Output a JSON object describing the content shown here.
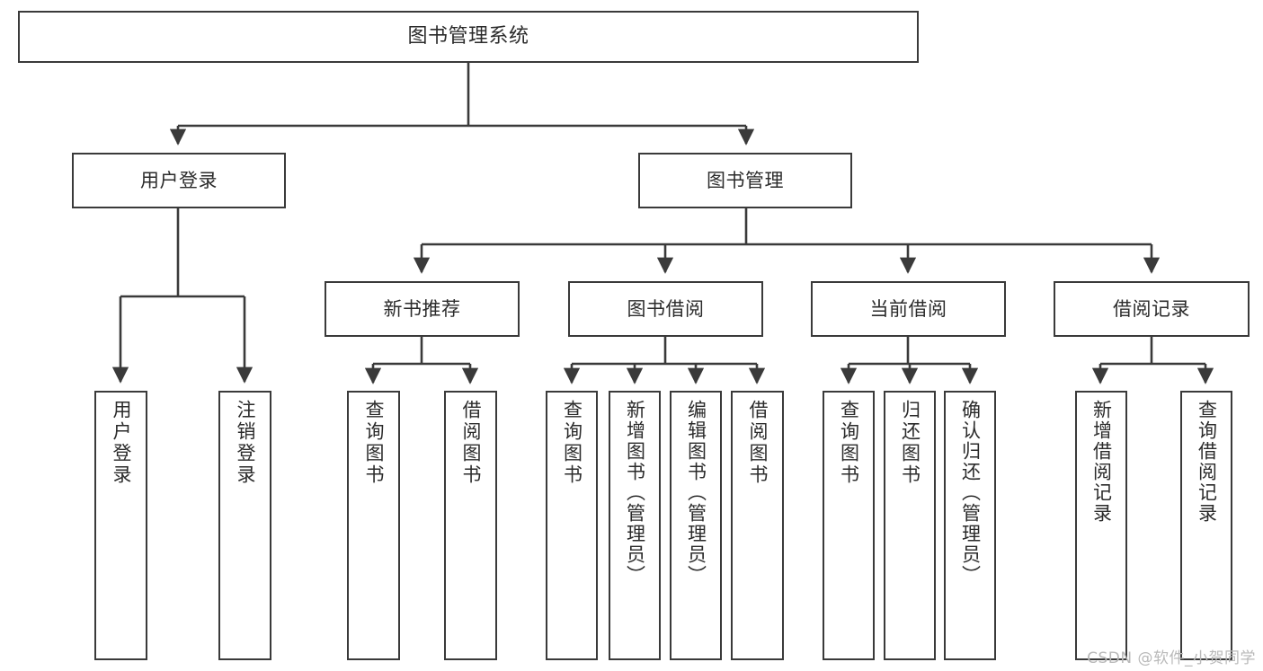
{
  "diagram": {
    "title": "图书管理系统",
    "type": "functional-structure-tree",
    "root": {
      "label": "图书管理系统"
    },
    "level2": [
      {
        "id": "user-login",
        "label": "用户登录"
      },
      {
        "id": "book-manage",
        "label": "图书管理"
      }
    ],
    "level3": [
      {
        "id": "new-book-rec",
        "label": "新书推荐",
        "parent": "book-manage"
      },
      {
        "id": "book-borrow",
        "label": "图书借阅",
        "parent": "book-manage"
      },
      {
        "id": "current-borrow",
        "label": "当前借阅",
        "parent": "book-manage"
      },
      {
        "id": "borrow-record",
        "label": "借阅记录",
        "parent": "book-manage"
      }
    ],
    "leaves": {
      "user-login": [
        {
          "id": "leaf-user-login",
          "label": "用户登录"
        },
        {
          "id": "leaf-user-logout",
          "label": "注销登录"
        }
      ],
      "new-book-rec": [
        {
          "id": "leaf-query-book-1",
          "label": "查询图书"
        },
        {
          "id": "leaf-borrow-book-1",
          "label": "借阅图书"
        }
      ],
      "book-borrow": [
        {
          "id": "leaf-query-book-2",
          "label": "查询图书"
        },
        {
          "id": "leaf-add-book",
          "label": "新增图书（管理员）"
        },
        {
          "id": "leaf-edit-book",
          "label": "编辑图书（管理员）"
        },
        {
          "id": "leaf-borrow-book-2",
          "label": "借阅图书"
        }
      ],
      "current-borrow": [
        {
          "id": "leaf-query-book-3",
          "label": "查询图书"
        },
        {
          "id": "leaf-return-book",
          "label": "归还图书"
        },
        {
          "id": "leaf-confirm-return",
          "label": "确认归还（管理员）"
        }
      ],
      "borrow-record": [
        {
          "id": "leaf-add-record",
          "label": "新增借阅记录"
        },
        {
          "id": "leaf-query-record",
          "label": "查询借阅记录"
        }
      ]
    }
  },
  "watermark": {
    "text": "CSDN @软件_小贺同学"
  },
  "colors": {
    "stroke": "#3a3a3a",
    "background": "#ffffff",
    "text": "#2b2b2b",
    "watermark": "#b9b9b9"
  }
}
